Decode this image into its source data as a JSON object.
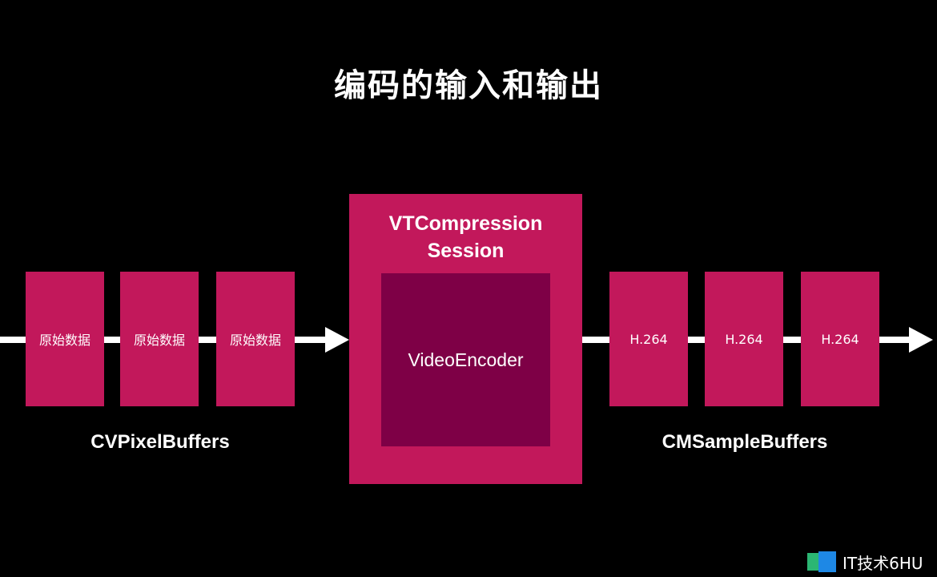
{
  "title": "编码的输入和输出",
  "input": {
    "boxes": [
      "原始数据",
      "原始数据",
      "原始数据"
    ],
    "label": "CVPixelBuffers"
  },
  "session": {
    "title_line1": "VTCompression",
    "title_line2": "Session",
    "encoder_label": "VideoEncoder"
  },
  "output": {
    "boxes": [
      "H.264",
      "H.264",
      "H.264"
    ],
    "label": "CMSampleBuffers"
  },
  "watermark": {
    "text": "IT技术6HU"
  },
  "colors": {
    "background": "#000000",
    "box": "#c2185b",
    "encoder": "#7e0046",
    "arrow": "#ffffff"
  }
}
